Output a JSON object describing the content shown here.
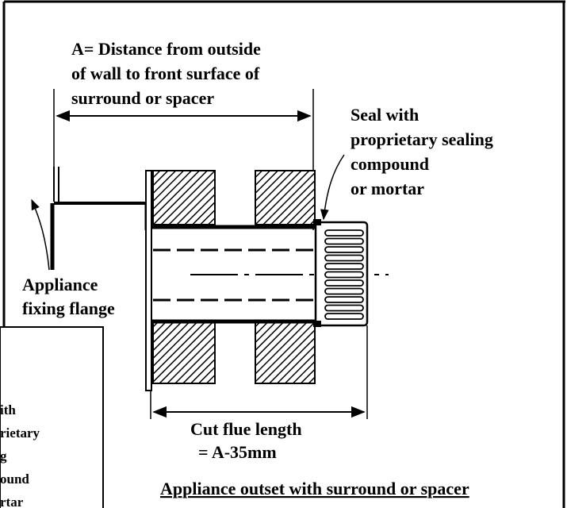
{
  "labels": {
    "dim_a": [
      "A= Distance from outside",
      "of wall to front surface of",
      "surround or spacer"
    ],
    "seal": [
      "Seal with",
      "proprietary sealing",
      "compound",
      "or mortar"
    ],
    "flange": [
      "Appliance",
      "fixing flange"
    ],
    "cut_flue": [
      "Cut flue length",
      "= A-35mm"
    ],
    "caption": "Appliance outset with surround or spacer",
    "inset_partial": [
      "ith",
      "rietary",
      "g",
      "ound",
      "rtar"
    ]
  }
}
